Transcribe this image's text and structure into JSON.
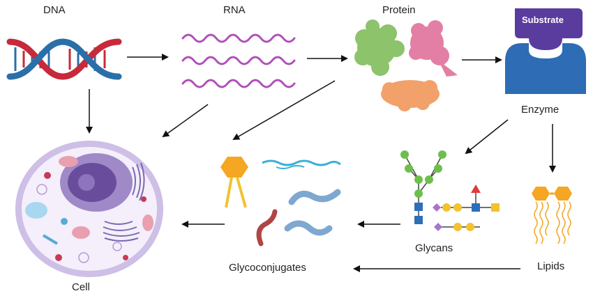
{
  "labels": {
    "dna": "DNA",
    "rna": "RNA",
    "protein": "Protein",
    "substrate": "Substrate",
    "enzyme": "Enzyme",
    "cell": "Cell",
    "glycoconjugates": "Glycoconjugates",
    "glycans": "Glycans",
    "lipids": "Lipids"
  },
  "colors": {
    "dna_red": "#c72a3a",
    "dna_blue": "#2a6fa8",
    "rna_purple": "#b04fb8",
    "protein_green": "#8cc36b",
    "protein_pink": "#e37fa4",
    "protein_orange": "#f2a16a",
    "enzyme_blue": "#2e6cb5",
    "substrate_purple": "#5a3b9e",
    "cell_membrane": "#cdbfe6",
    "nucleus_purple": "#6a4c9c",
    "glycan_green": "#6cc04a",
    "glycan_blue": "#2d6fb8",
    "glycan_yellow": "#f2c230",
    "glycan_purple": "#a477c9",
    "glycan_red": "#e03a3a",
    "lipid_orange": "#f5a623",
    "arrow": "#111111"
  },
  "icons": [
    "dna-helix",
    "rna-strands",
    "protein-blobs",
    "enzyme-substrate",
    "cell",
    "glycoconjugate-shapes",
    "glycan-trees",
    "lipid-molecules"
  ]
}
